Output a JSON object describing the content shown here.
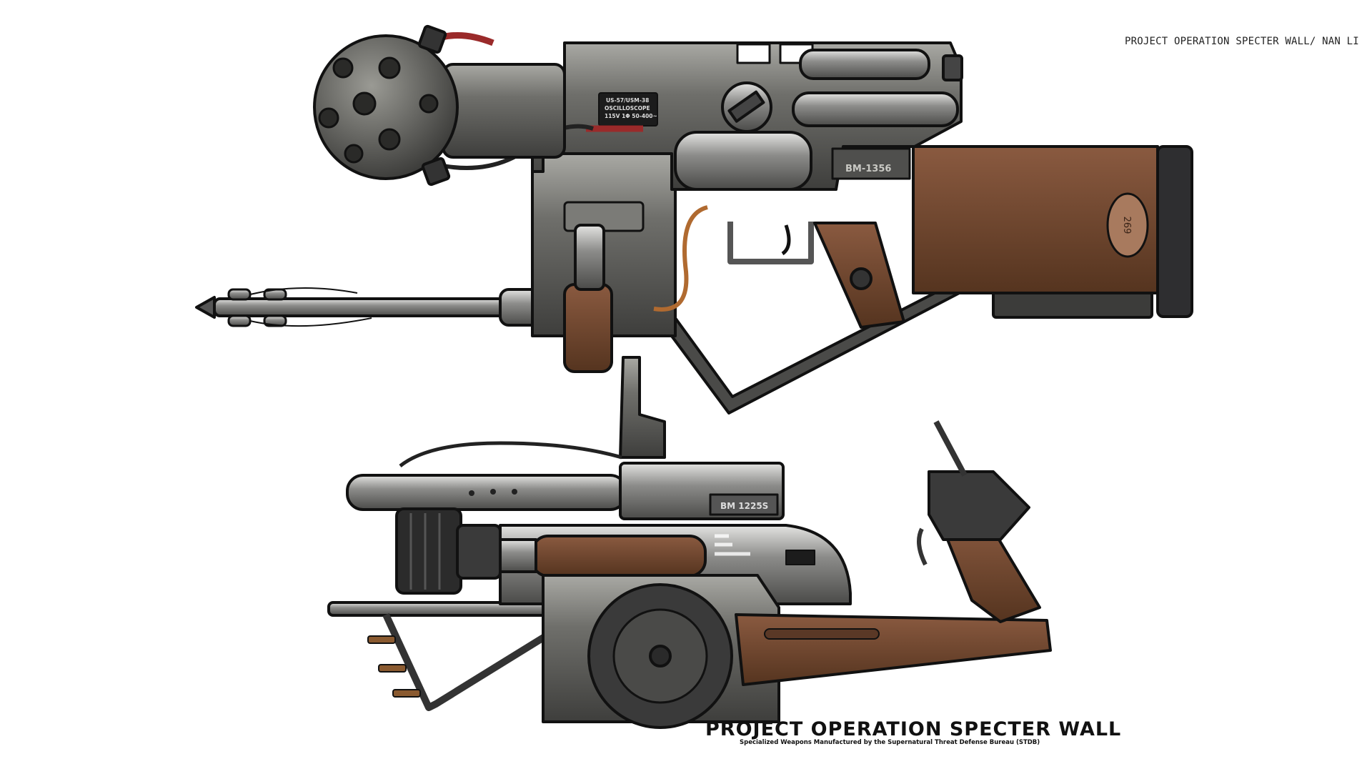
{
  "credit": "PROJECT OPERATION SPECTER WALL/ NAN LI",
  "title": "PROJECT OPERATION SPECTER WALL",
  "subtitle": "Specialized Weapons Manufactured by the Supernatural Threat Defense Bureau (STDB)",
  "top_weapon": {
    "model_plate": "BM-1356",
    "oscilloscope_plate": [
      "US-57/USM-38",
      "OSCILLOSCOPE",
      "115V 1Φ 50-400~"
    ],
    "stock_badge": "269"
  },
  "bottom_weapon": {
    "model_plate": "BM 1225S"
  },
  "colors": {
    "metal": "#6e6e6a",
    "metal_dark": "#3c3c3a",
    "wood": "#6b4330",
    "outline": "#111111",
    "red_cable": "#9a2a2a",
    "copper_wire": "#b06a30"
  }
}
